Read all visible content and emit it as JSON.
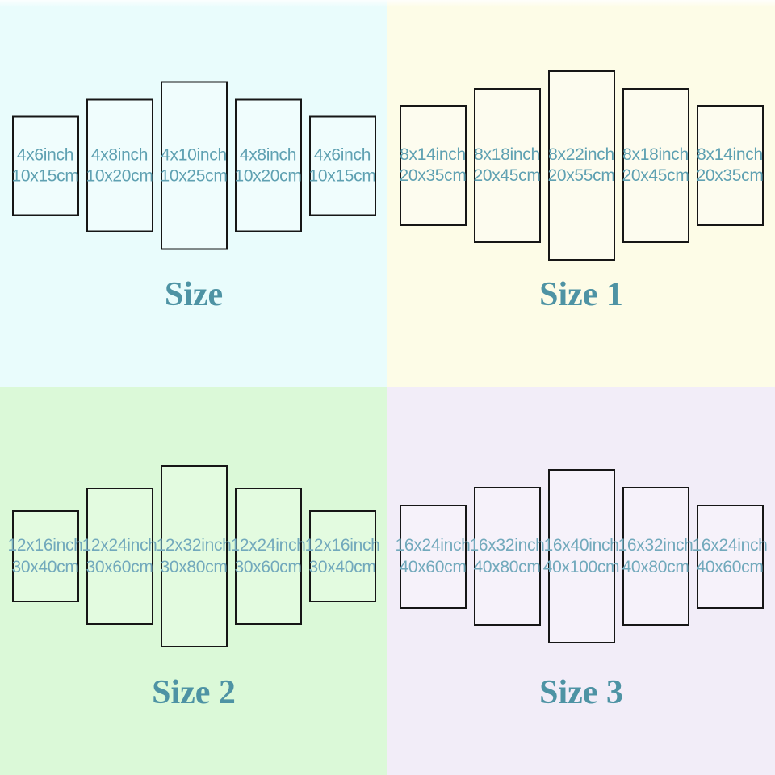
{
  "colors": {
    "quadrant_1_bg": "#E9FCFC",
    "quadrant_2_bg": "#FDFCE7",
    "quadrant_3_bg": "#DBF9D8",
    "quadrant_4_bg": "#F2EDF8",
    "panel_border": "#161616",
    "dimension_text_top": "#5FA1B2",
    "dimension_text_bottom": "#72A9BC",
    "title_text": "#4E93A4"
  },
  "quadrants": [
    {
      "title": "Size",
      "bg": "#E9FCFC",
      "panels": [
        {
          "inch": "4x6inch",
          "cm": "10x15cm"
        },
        {
          "inch": "4x8inch",
          "cm": "10x20cm"
        },
        {
          "inch": "4x10inch",
          "cm": "10x25cm"
        },
        {
          "inch": "4x8inch",
          "cm": "10x20cm"
        },
        {
          "inch": "4x6inch",
          "cm": "10x15cm"
        }
      ]
    },
    {
      "title": "Size 1",
      "bg": "#FDFCE7",
      "panels": [
        {
          "inch": "8x14inch",
          "cm": "20x35cm"
        },
        {
          "inch": "8x18inch",
          "cm": "20x45cm"
        },
        {
          "inch": "8x22inch",
          "cm": "20x55cm"
        },
        {
          "inch": "8x18inch",
          "cm": "20x45cm"
        },
        {
          "inch": "8x14inch",
          "cm": "20x35cm"
        }
      ]
    },
    {
      "title": "Size 2",
      "bg": "#DBF9D8",
      "panels": [
        {
          "inch": "12x16inch",
          "cm": "30x40cm"
        },
        {
          "inch": "12x24inch",
          "cm": "30x60cm"
        },
        {
          "inch": "12x32inch",
          "cm": "30x80cm"
        },
        {
          "inch": "12x24inch",
          "cm": "30x60cm"
        },
        {
          "inch": "12x16inch",
          "cm": "30x40cm"
        }
      ]
    },
    {
      "title": "Size 3",
      "bg": "#F2EDF8",
      "panels": [
        {
          "inch": "16x24inch",
          "cm": "40x60cm"
        },
        {
          "inch": "16x32inch",
          "cm": "40x80cm"
        },
        {
          "inch": "16x40inch",
          "cm": "40x100cm"
        },
        {
          "inch": "16x32inch",
          "cm": "40x80cm"
        },
        {
          "inch": "16x24inch",
          "cm": "40x60cm"
        }
      ]
    }
  ]
}
